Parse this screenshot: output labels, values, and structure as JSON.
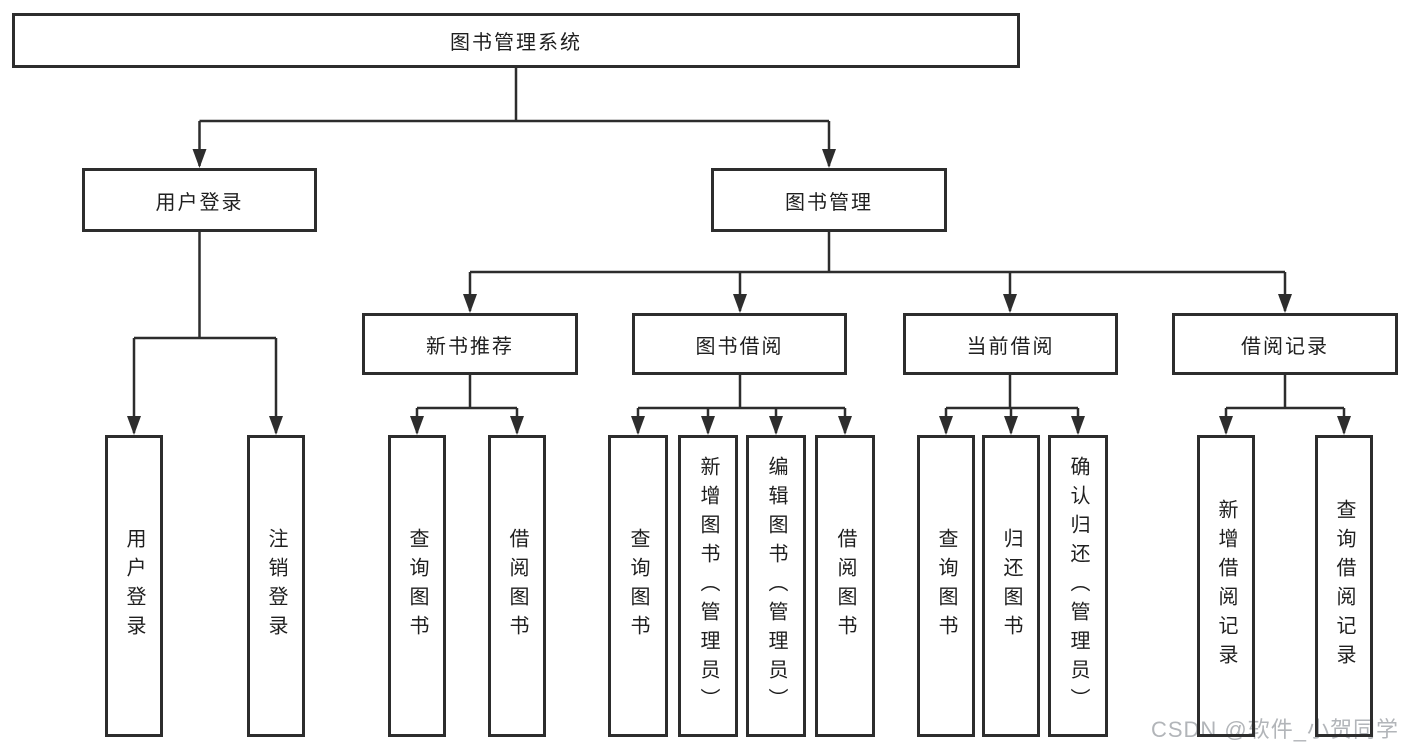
{
  "tree": {
    "root": {
      "label": "图书管理系统"
    },
    "branches": [
      {
        "label": "用户登录",
        "children": [
          {
            "label": "用户登录"
          },
          {
            "label": "注销登录"
          }
        ]
      },
      {
        "label": "图书管理",
        "groups": [
          {
            "label": "新书推荐",
            "children": [
              {
                "label": "查询图书"
              },
              {
                "label": "借阅图书"
              }
            ]
          },
          {
            "label": "图书借阅",
            "children": [
              {
                "label": "查询图书"
              },
              {
                "label": "新增图书（管理员）"
              },
              {
                "label": "编辑图书（管理员）"
              },
              {
                "label": "借阅图书"
              }
            ]
          },
          {
            "label": "当前借阅",
            "children": [
              {
                "label": "查询图书"
              },
              {
                "label": "归还图书"
              },
              {
                "label": "确认归还（管理员）"
              }
            ]
          },
          {
            "label": "借阅记录",
            "children": [
              {
                "label": "新增借阅记录"
              },
              {
                "label": "查询借阅记录"
              }
            ]
          }
        ]
      }
    ]
  },
  "watermark": {
    "text": "CSDN @软件_小贺同学"
  },
  "colors": {
    "line": "#2d2d2d",
    "box_border": "#2d2d2d",
    "text": "#1f1f1f",
    "watermark": "#b2b5b9",
    "background": "#ffffff"
  }
}
